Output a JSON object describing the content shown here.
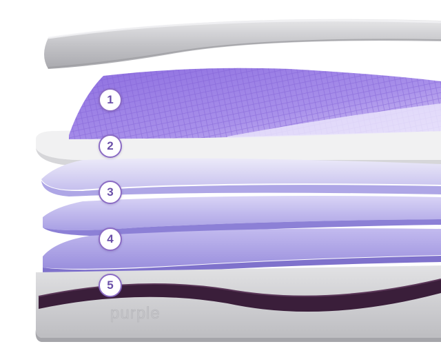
{
  "image": {
    "subject": "mattress-layers",
    "colors": {
      "cover_gray": "#c9c9cc",
      "grid_purple": "#9b7fe0",
      "foam_lavender": "#c9c3f0",
      "base_gray": "#d3d3d6",
      "wave_plum": "#3a1e3a"
    },
    "logo_text": "purple",
    "badges": [
      "1",
      "2",
      "3",
      "4",
      "5"
    ]
  }
}
